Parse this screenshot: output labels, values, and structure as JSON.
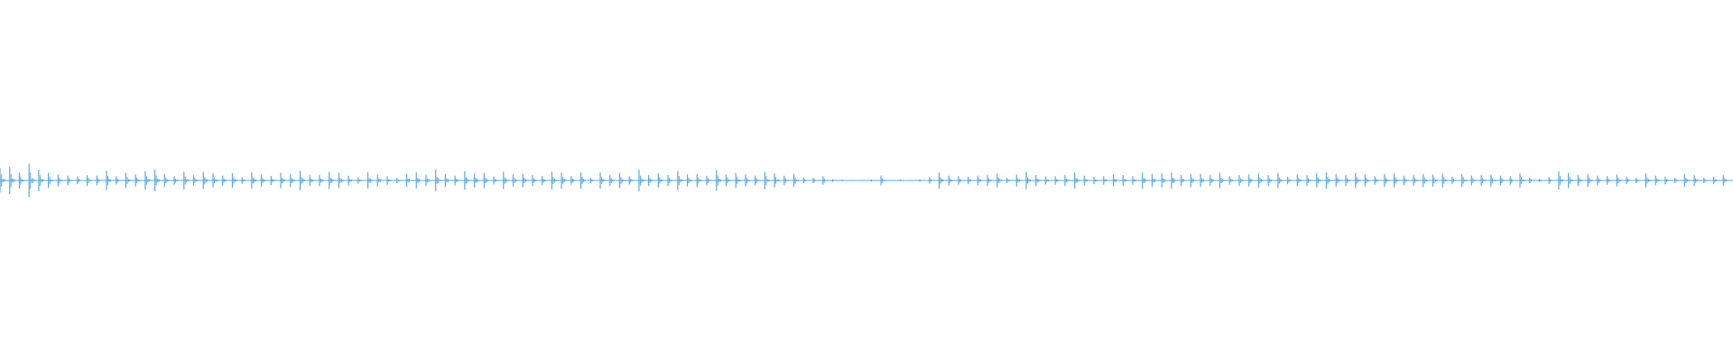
{
  "waveform": {
    "color": "#5aa9e0",
    "peaks": [
      0.45,
      0.5,
      0.3,
      0.62,
      0.4,
      0.28,
      0.22,
      0.18,
      0.14,
      0.2,
      0.18,
      0.36,
      0.15,
      0.28,
      0.22,
      0.35,
      0.4,
      0.24,
      0.16,
      0.33,
      0.2,
      0.32,
      0.26,
      0.18,
      0.27,
      0.12,
      0.3,
      0.22,
      0.17,
      0.28,
      0.24,
      0.36,
      0.2,
      0.21,
      0.32,
      0.28,
      0.18,
      0.12,
      0.3,
      0.22,
      0.16,
      0.1,
      0.24,
      0.3,
      0.21,
      0.4,
      0.24,
      0.18,
      0.34,
      0.26,
      0.28,
      0.15,
      0.32,
      0.22,
      0.25,
      0.2,
      0.17,
      0.33,
      0.3,
      0.16,
      0.3,
      0.1,
      0.3,
      0.2,
      0.28,
      0.15,
      0.4,
      0.2,
      0.26,
      0.2,
      0.35,
      0.22,
      0.24,
      0.18,
      0.38,
      0.22,
      0.28,
      0.22,
      0.18,
      0.32,
      0.26,
      0.18,
      0.24,
      0.1,
      0.1,
      0.16,
      0.05,
      0.03,
      0.02,
      0.02,
      0.04,
      0.18,
      0.02,
      0.03,
      0.02,
      0.04,
      0.12,
      0.3,
      0.18,
      0.16,
      0.14,
      0.18,
      0.2,
      0.26,
      0.1,
      0.22,
      0.32,
      0.2,
      0.15,
      0.16,
      0.2,
      0.3,
      0.18,
      0.14,
      0.16,
      0.22,
      0.2,
      0.16,
      0.3,
      0.24,
      0.26,
      0.3,
      0.2,
      0.24,
      0.24,
      0.2,
      0.28,
      0.16,
      0.2,
      0.22,
      0.26,
      0.2,
      0.28,
      0.14,
      0.22,
      0.2,
      0.26,
      0.3,
      0.24,
      0.2,
      0.28,
      0.22,
      0.16,
      0.24,
      0.26,
      0.18,
      0.2,
      0.24,
      0.22,
      0.26,
      0.14,
      0.24,
      0.18,
      0.2,
      0.22,
      0.18,
      0.16,
      0.26,
      0.1,
      0.06,
      0.12,
      0.34,
      0.28,
      0.2,
      0.24,
      0.18,
      0.16,
      0.22,
      0.14,
      0.1,
      0.26,
      0.18,
      0.14,
      0.1,
      0.24,
      0.2,
      0.1,
      0.14,
      0.2
    ]
  }
}
